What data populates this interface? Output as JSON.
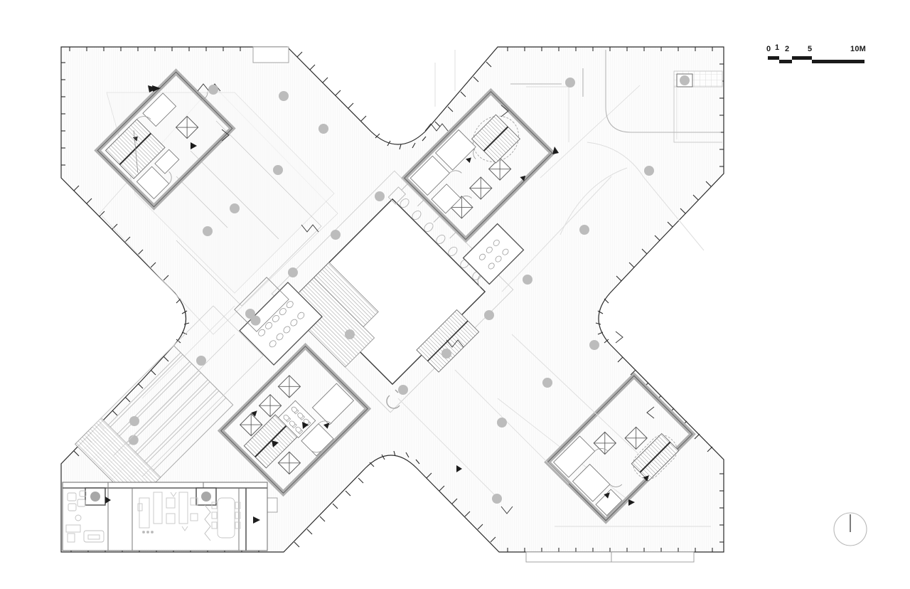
{
  "drawing": {
    "type": "architectural-floor-plan",
    "title": "",
    "building_footprint": "X-shaped / cruciform plan with four splayed wings",
    "background_color": "#ffffff",
    "line_color": "#1f1f1f",
    "wall_fill": "#b4b4b4",
    "floor_fill": "#fbfbfb",
    "column_color": "#b9b9b9",
    "hatch_color": "#9a9a9a"
  },
  "scale_bar": {
    "name": "graphic-scale-bar",
    "ticks": [
      "0",
      "1",
      "2",
      "5",
      "10M"
    ],
    "unit": "M",
    "segments": [
      {
        "from": "0",
        "to": "1"
      },
      {
        "from": "1",
        "to": "2"
      },
      {
        "from": "2",
        "to": "5"
      },
      {
        "from": "5",
        "to": "10"
      }
    ]
  },
  "north_arrow": {
    "name": "north-arrow",
    "label": "",
    "style": "circle-with-needle",
    "points": "up"
  },
  "zones": [
    {
      "id": "nw-wing",
      "label": "",
      "desc": "North-west wing open floor plate"
    },
    {
      "id": "ne-wing",
      "label": "",
      "desc": "North-east wing open floor plate"
    },
    {
      "id": "se-wing",
      "label": "",
      "desc": "South-east wing open floor plate"
    },
    {
      "id": "sw-wing",
      "label": "",
      "desc": "South-west wing with tiered terraces"
    },
    {
      "id": "central-atrium",
      "label": "",
      "desc": "Central rotated square atrium void"
    },
    {
      "id": "ground-strip",
      "label": "",
      "desc": "Lower furnished strip - lounge, workstations, meeting table"
    },
    {
      "id": "east-terrace",
      "label": "",
      "desc": "East gridded terrace deck"
    }
  ],
  "cores": [
    {
      "id": "core-nw",
      "elevators": 1,
      "stairs": 1,
      "desc": "North-west stair and lift core"
    },
    {
      "id": "core-ne",
      "elevators": 3,
      "stairs": 1,
      "desc": "North-east lift bank with curved stair"
    },
    {
      "id": "core-se",
      "elevators": 2,
      "stairs": 1,
      "desc": "South-east lift core with stair"
    },
    {
      "id": "core-sw",
      "elevators": 4,
      "stairs": 1,
      "desc": "South-west lift core with toilets and stair"
    }
  ],
  "legend_notes": []
}
